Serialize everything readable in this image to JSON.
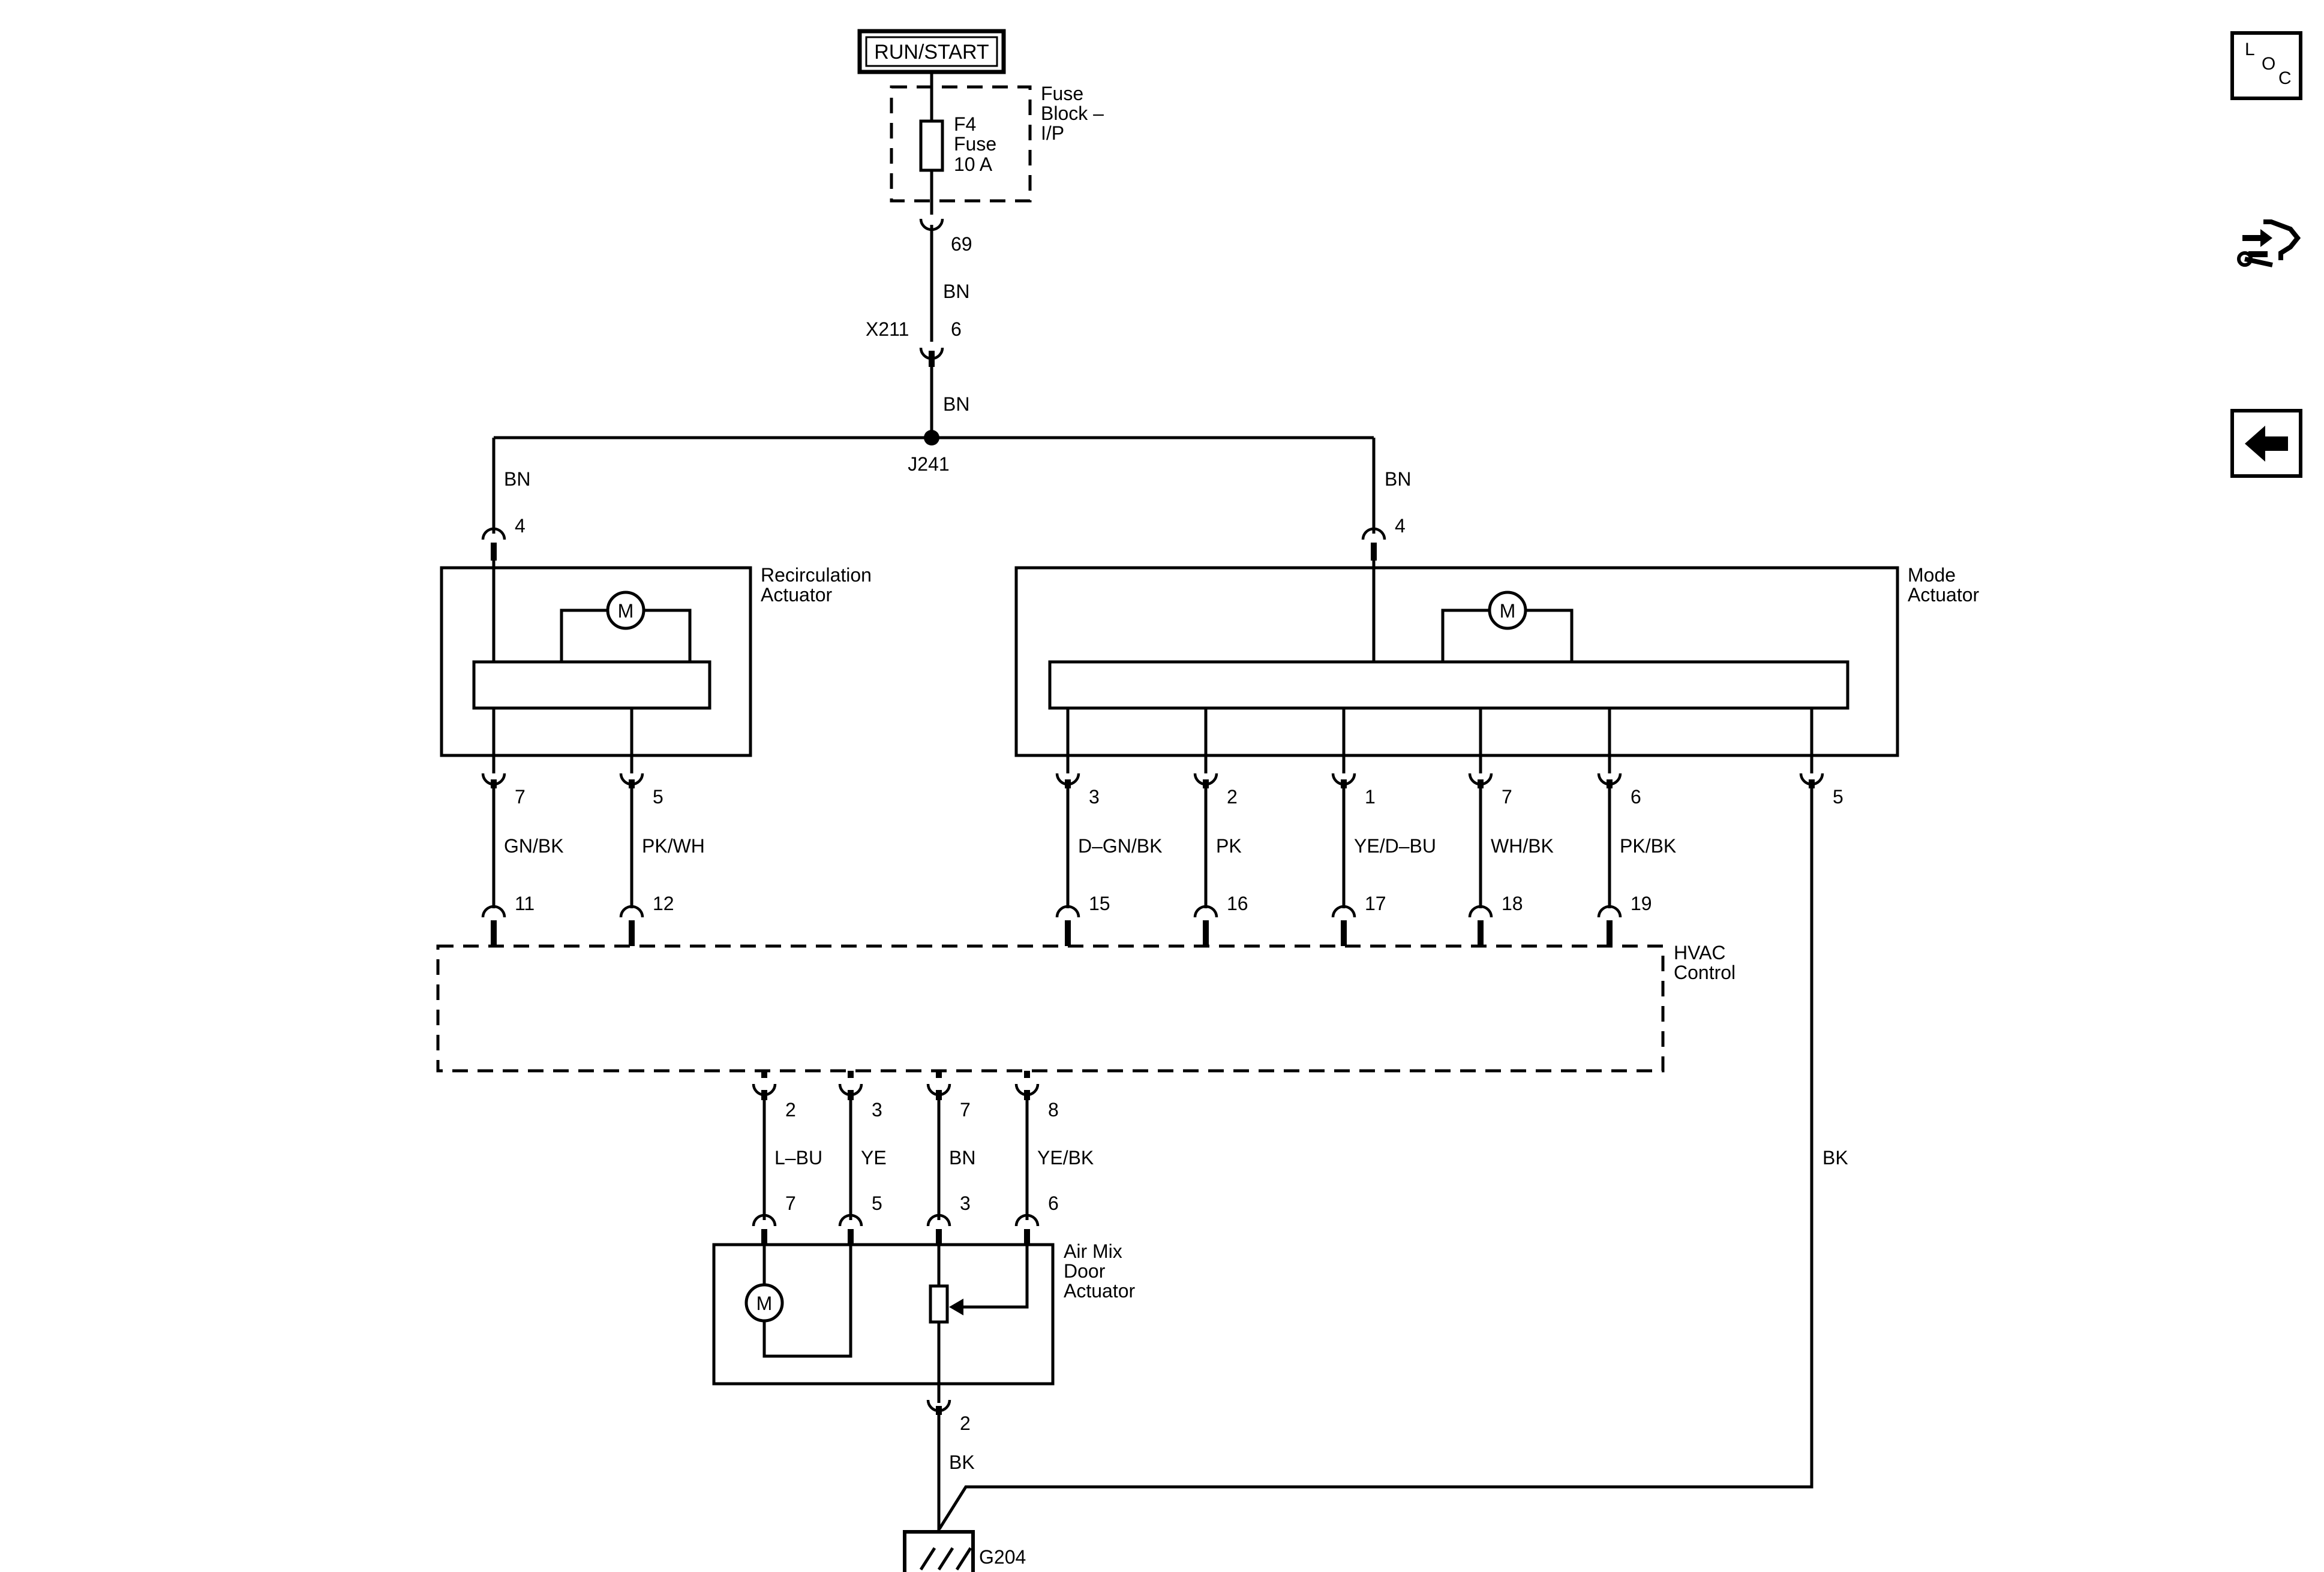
{
  "power": {
    "source_label": "RUN/START"
  },
  "fuse_block": {
    "name_line1": "Fuse",
    "name_line2": "Block –",
    "name_line3": "I/P",
    "fuse_line1": "F4",
    "fuse_line2": "Fuse",
    "fuse_line3": "10 A",
    "output_pin": "69"
  },
  "feed_wires": {
    "upper_color": "BN",
    "connector_name": "X211",
    "connector_pin": "6",
    "lower_color": "BN",
    "splice_name": "J241"
  },
  "recirc_actuator": {
    "name_line1": "Recirculation",
    "name_line2": "Actuator",
    "feed_color": "BN",
    "feed_pin": "4",
    "motor_label": "M",
    "outputs": [
      {
        "pin": "7",
        "color": "GN/BK",
        "hvac_pin": "11"
      },
      {
        "pin": "5",
        "color": "PK/WH",
        "hvac_pin": "12"
      }
    ]
  },
  "mode_actuator": {
    "name_line1": "Mode",
    "name_line2": "Actuator",
    "feed_color": "BN",
    "feed_pin": "4",
    "motor_label": "M",
    "outputs": [
      {
        "pin": "3",
        "color": "D–GN/BK",
        "hvac_pin": "15"
      },
      {
        "pin": "2",
        "color": "PK",
        "hvac_pin": "16"
      },
      {
        "pin": "1",
        "color": "YE/D–BU",
        "hvac_pin": "17"
      },
      {
        "pin": "7",
        "color": "WH/BK",
        "hvac_pin": "18"
      },
      {
        "pin": "6",
        "color": "PK/BK",
        "hvac_pin": "19"
      }
    ],
    "ground_pin": "5",
    "ground_color": "BK"
  },
  "hvac_control": {
    "name_line1": "HVAC",
    "name_line2": "Control",
    "lower_pins": [
      "2",
      "3",
      "7",
      "8"
    ]
  },
  "air_mix_actuator": {
    "name_line1": "Air Mix",
    "name_line2": "Door",
    "name_line3": "Actuator",
    "motor_label": "M",
    "wire_colors": [
      "L–BU",
      "YE",
      "BN",
      "YE/BK"
    ],
    "pins": [
      "7",
      "5",
      "3",
      "6"
    ],
    "ground_pin": "2",
    "ground_color": "BK"
  },
  "ground": {
    "name": "G204"
  },
  "side_buttons": {
    "loc": {
      "letters": [
        "L",
        "O",
        "C"
      ],
      "icon": "loc-icon"
    },
    "wrench": {
      "icon": "wrench-arrows-icon"
    },
    "back": {
      "icon": "left-arrow-icon"
    }
  }
}
